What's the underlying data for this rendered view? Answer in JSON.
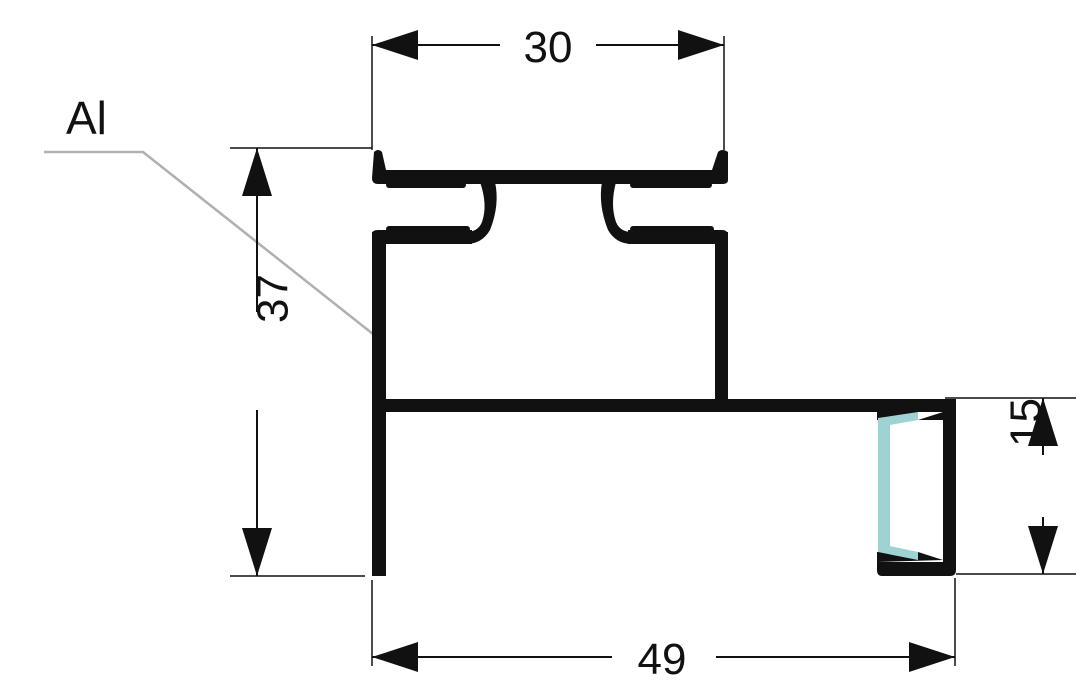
{
  "material_label": "Al",
  "dimensions": {
    "top_width": "30",
    "height": "37",
    "channel_height": "15",
    "total_width": "49"
  },
  "colors": {
    "profile": "#111111",
    "gasket": "#9fd3d3",
    "leader": "#b0b0b0"
  }
}
